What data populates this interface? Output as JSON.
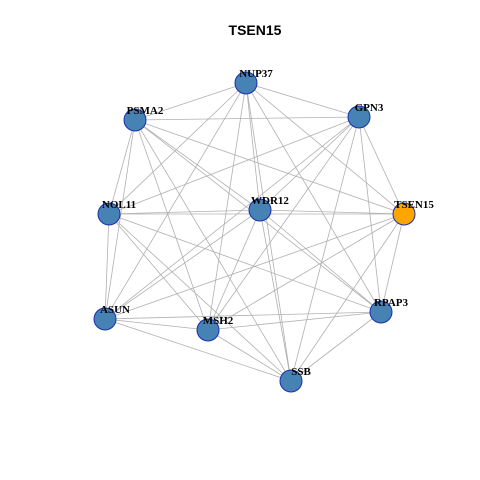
{
  "graph": {
    "title": "TSEN15",
    "colors": {
      "default_node": "#4682b4",
      "highlight_node": "#ffa500",
      "node_border": "#1a2fb0",
      "edge": "#b0b0b0"
    },
    "nodes": [
      {
        "id": "NUP37",
        "label": "NUP37",
        "highlight": false
      },
      {
        "id": "PSMA2",
        "label": "PSMA2",
        "highlight": false
      },
      {
        "id": "GPN3",
        "label": "GPN3",
        "highlight": false
      },
      {
        "id": "NOL11",
        "label": "NOL11",
        "highlight": false
      },
      {
        "id": "WDR12",
        "label": "WDR12",
        "highlight": false
      },
      {
        "id": "TSEN15",
        "label": "TSEN15",
        "highlight": true
      },
      {
        "id": "ASUN",
        "label": "ASUN",
        "highlight": false
      },
      {
        "id": "MSH2",
        "label": "MSH2",
        "highlight": false
      },
      {
        "id": "RPAP3",
        "label": "RPAP3",
        "highlight": false
      },
      {
        "id": "SSB",
        "label": "SSB",
        "highlight": false
      }
    ],
    "edges": [
      [
        "NUP37",
        "PSMA2"
      ],
      [
        "NUP37",
        "GPN3"
      ],
      [
        "NUP37",
        "NOL11"
      ],
      [
        "NUP37",
        "WDR12"
      ],
      [
        "NUP37",
        "ASUN"
      ],
      [
        "NUP37",
        "MSH2"
      ],
      [
        "NUP37",
        "SSB"
      ],
      [
        "NUP37",
        "RPAP3"
      ],
      [
        "NUP37",
        "TSEN15"
      ],
      [
        "PSMA2",
        "GPN3"
      ],
      [
        "PSMA2",
        "NOL11"
      ],
      [
        "PSMA2",
        "WDR12"
      ],
      [
        "PSMA2",
        "ASUN"
      ],
      [
        "PSMA2",
        "MSH2"
      ],
      [
        "PSMA2",
        "SSB"
      ],
      [
        "PSMA2",
        "RPAP3"
      ],
      [
        "PSMA2",
        "TSEN15"
      ],
      [
        "GPN3",
        "NOL11"
      ],
      [
        "GPN3",
        "WDR12"
      ],
      [
        "GPN3",
        "TSEN15"
      ],
      [
        "GPN3",
        "ASUN"
      ],
      [
        "GPN3",
        "MSH2"
      ],
      [
        "GPN3",
        "RPAP3"
      ],
      [
        "GPN3",
        "SSB"
      ],
      [
        "NOL11",
        "WDR12"
      ],
      [
        "NOL11",
        "TSEN15"
      ],
      [
        "NOL11",
        "ASUN"
      ],
      [
        "NOL11",
        "MSH2"
      ],
      [
        "NOL11",
        "RPAP3"
      ],
      [
        "NOL11",
        "SSB"
      ],
      [
        "WDR12",
        "TSEN15"
      ],
      [
        "WDR12",
        "ASUN"
      ],
      [
        "WDR12",
        "MSH2"
      ],
      [
        "WDR12",
        "RPAP3"
      ],
      [
        "WDR12",
        "SSB"
      ],
      [
        "TSEN15",
        "ASUN"
      ],
      [
        "TSEN15",
        "MSH2"
      ],
      [
        "TSEN15",
        "RPAP3"
      ],
      [
        "TSEN15",
        "SSB"
      ],
      [
        "ASUN",
        "MSH2"
      ],
      [
        "ASUN",
        "SSB"
      ],
      [
        "ASUN",
        "RPAP3"
      ],
      [
        "MSH2",
        "RPAP3"
      ],
      [
        "MSH2",
        "SSB"
      ],
      [
        "RPAP3",
        "SSB"
      ]
    ]
  }
}
